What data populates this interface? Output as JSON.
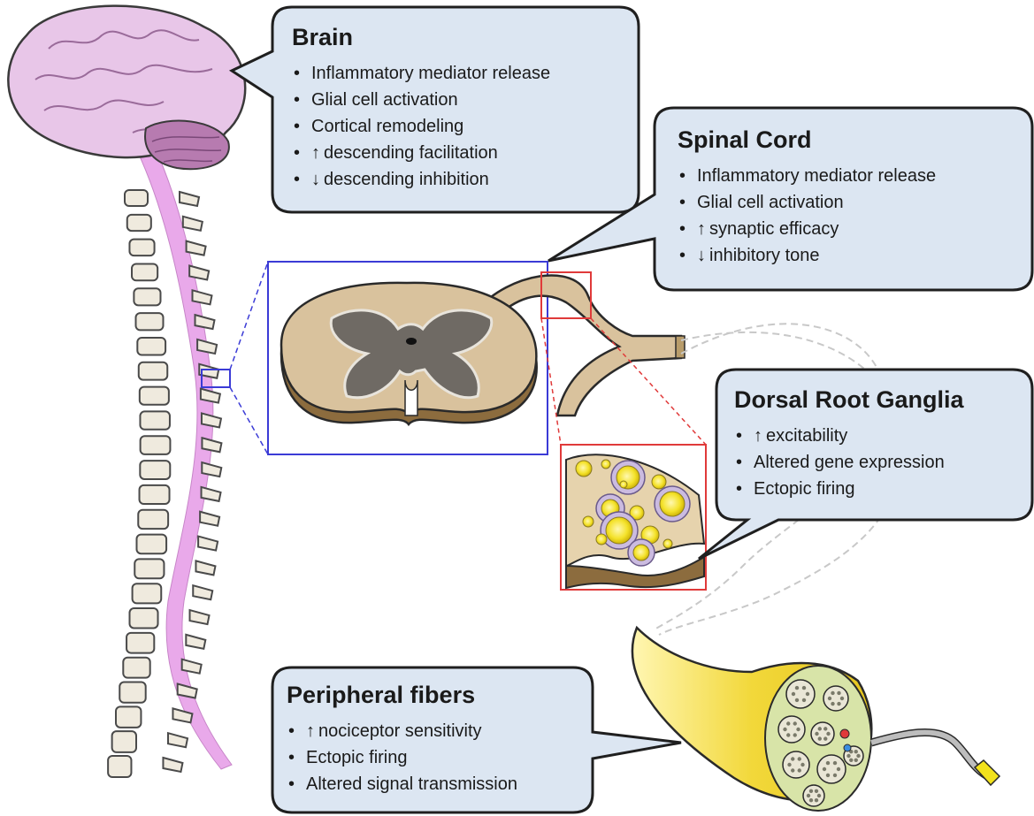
{
  "callouts": {
    "brain": {
      "title": "Brain",
      "items": [
        {
          "arrow": "",
          "text": "Inflammatory mediator release"
        },
        {
          "arrow": "",
          "text": "Glial cell activation"
        },
        {
          "arrow": "",
          "text": "Cortical remodeling"
        },
        {
          "arrow": "up",
          "text": "descending facilitation"
        },
        {
          "arrow": "down",
          "text": "descending inhibition"
        }
      ]
    },
    "spinal_cord": {
      "title": "Spinal Cord",
      "items": [
        {
          "arrow": "",
          "text": "Inflammatory mediator release"
        },
        {
          "arrow": "",
          "text": "Glial cell activation"
        },
        {
          "arrow": "up",
          "text": "synaptic efficacy"
        },
        {
          "arrow": "down",
          "text": "inhibitory tone"
        }
      ]
    },
    "drg": {
      "title": "Dorsal Root Ganglia",
      "items": [
        {
          "arrow": "up",
          "text": "excitability"
        },
        {
          "arrow": "",
          "text": "Altered gene expression"
        },
        {
          "arrow": "",
          "text": "Ectopic firing"
        }
      ]
    },
    "peripheral": {
      "title": "Peripheral fibers",
      "items": [
        {
          "arrow": "up",
          "text": "nociceptor sensitivity"
        },
        {
          "arrow": "",
          "text": "Ectopic firing"
        },
        {
          "arrow": "",
          "text": "Altered signal transmission"
        }
      ]
    }
  },
  "colors": {
    "callout_fill": "#dce6f2",
    "callout_stroke": "#1f1f1f",
    "brain": "#e8c6e8",
    "cerebellum": "#b77bb0",
    "cord": "#e9a9ea",
    "vertebra": "#efeade",
    "tissue": "#d9c29d",
    "grey_matter": "#6f6a64",
    "zoom_blue": "#3b3bd6",
    "zoom_red": "#e03a3a",
    "cell_yellow": "#f2e21c",
    "cell_violet": "#cbbbe0",
    "nerve_yellow": "#f3e04a"
  },
  "icons": [
    "brain-icon",
    "spine-icon",
    "spinal-cord-section-icon",
    "drg-cells-icon",
    "nerve-fiber-icon",
    "arrow-up-icon",
    "arrow-down-icon"
  ]
}
